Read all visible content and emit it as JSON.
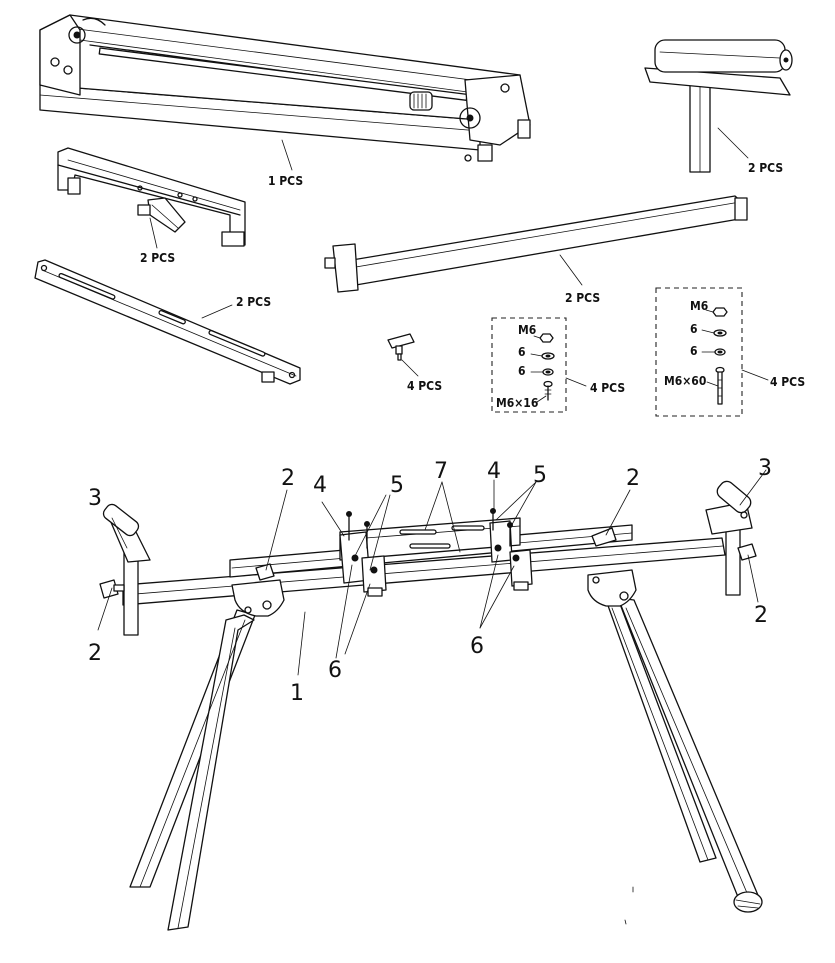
{
  "parts": {
    "main_frame_qty": "1 PCS",
    "roller_support_qty": "2 PCS",
    "mounting_bracket_qty": "2 PCS",
    "slotted_rail_qty": "2 PCS",
    "extension_arm_qty": "2 PCS",
    "knob_qty": "4 PCS",
    "hardware_kit_short": {
      "items": [
        "M6",
        "6",
        "6",
        "M6×16"
      ],
      "qty": "4 PCS"
    },
    "hardware_kit_long": {
      "items": [
        "M6",
        "6",
        "6",
        "M6×60"
      ],
      "qty": "4 PCS"
    }
  },
  "assembly_callouts": {
    "n1": "1",
    "n2a": "2",
    "n2b": "2",
    "n2c": "2",
    "n2d": "2",
    "n3a": "3",
    "n3b": "3",
    "n4a": "4",
    "n4b": "4",
    "n5a": "5",
    "n5b": "5",
    "n6a": "6",
    "n6b": "6",
    "n7": "7"
  }
}
